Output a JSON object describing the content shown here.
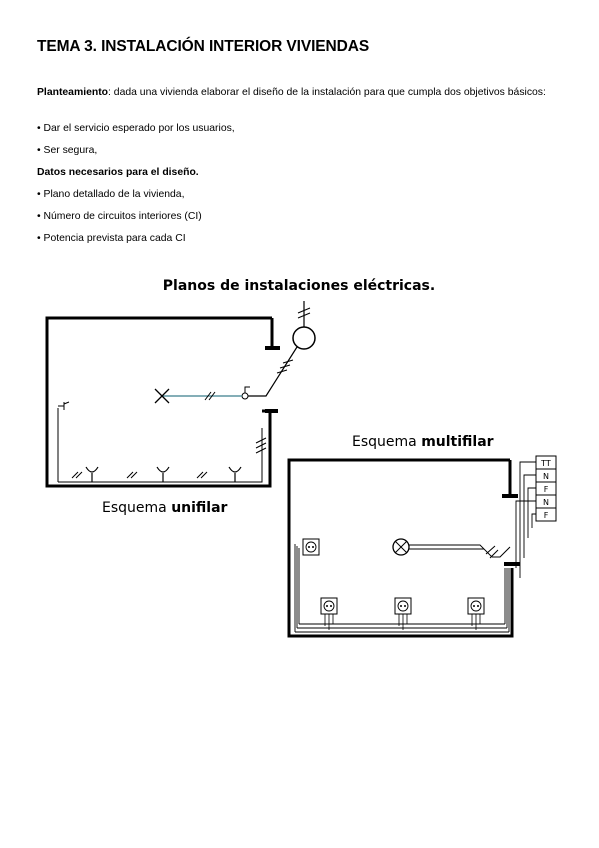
{
  "title": "TEMA 3. INSTALACIÓN INTERIOR VIVIENDAS",
  "planteamiento": {
    "label": "Planteamiento",
    "text": ": dada una vivienda elaborar el diseño de la instalación para que cumpla dos objetivos básicos:"
  },
  "objectives": [
    "• Dar el servicio esperado por los usuarios,",
    "• Ser segura,"
  ],
  "datos": {
    "heading": "Datos necesarios para el diseño.",
    "items": [
      "• Plano detallado de la vivienda,",
      "• Número de circuitos interiores (CI)",
      "• Potencia prevista para cada CI"
    ]
  },
  "figure": {
    "title": "Planos de instalaciones eléctricas.",
    "unifilar_prefix": "Esquema ",
    "unifilar_bold": "unifilar",
    "multifilar_prefix": "Esquema ",
    "multifilar_bold": "multifilar",
    "terminal_labels": [
      "TT",
      "N",
      "F",
      "N",
      "F"
    ]
  }
}
